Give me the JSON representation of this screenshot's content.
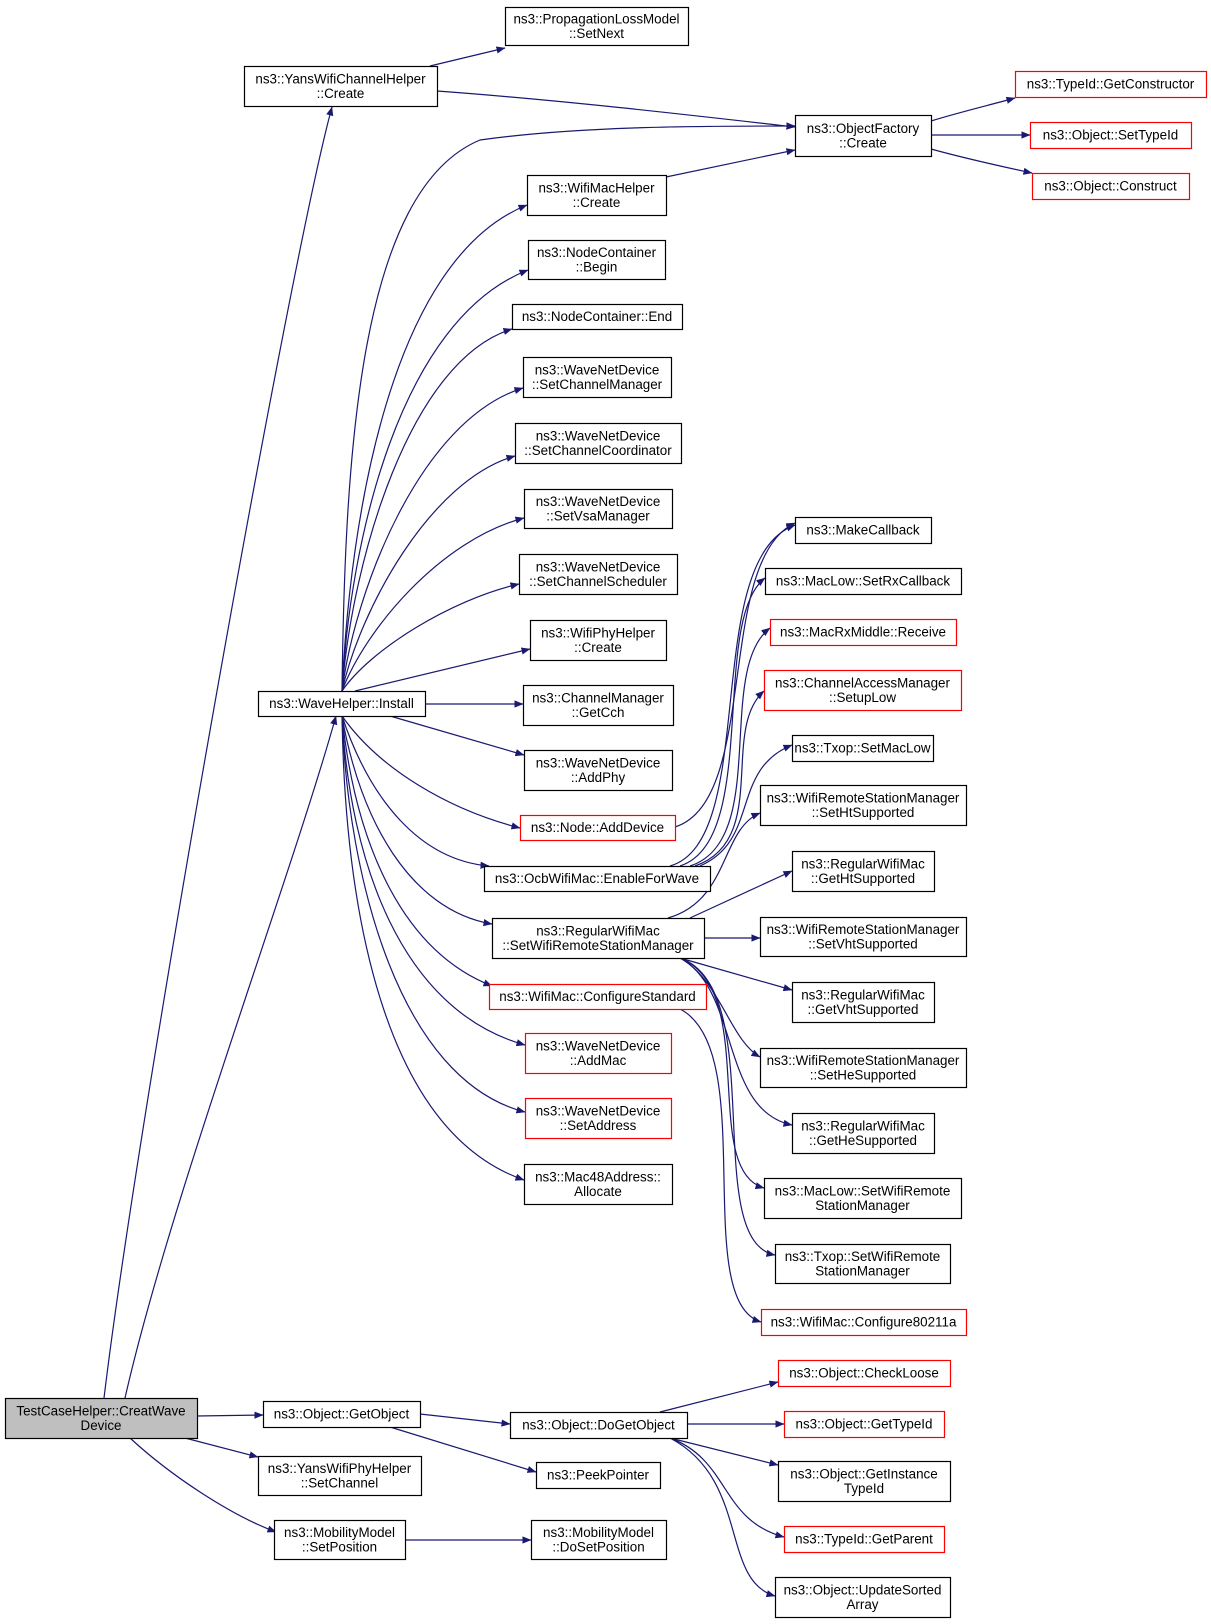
{
  "colors": {
    "edge": "#191970",
    "node_border": "#000000",
    "truncated_node_border": "#ff0000",
    "root_fill": "#bfbfbf",
    "node_fill": "#ffffff"
  },
  "nodes": [
    {
      "id": "root",
      "lines": [
        "TestCaseHelper::CreatWave",
        "Device"
      ],
      "truncated": false
    },
    {
      "id": "yanschan",
      "lines": [
        "ns3::YansWifiChannelHelper",
        "::Create"
      ],
      "truncated": false
    },
    {
      "id": "proploss",
      "lines": [
        "ns3::PropagationLossModel",
        "::SetNext"
      ],
      "truncated": false
    },
    {
      "id": "objfactory",
      "lines": [
        "ns3::ObjectFactory",
        "::Create"
      ],
      "truncated": false
    },
    {
      "id": "getconstructor",
      "lines": [
        "ns3::TypeId::GetConstructor"
      ],
      "truncated": true
    },
    {
      "id": "settypeid",
      "lines": [
        "ns3::Object::SetTypeId"
      ],
      "truncated": true
    },
    {
      "id": "construct",
      "lines": [
        "ns3::Object::Construct"
      ],
      "truncated": true
    },
    {
      "id": "wifimachelper",
      "lines": [
        "ns3::WifiMacHelper",
        "::Create"
      ],
      "truncated": false
    },
    {
      "id": "ncbegin",
      "lines": [
        "ns3::NodeContainer",
        "::Begin"
      ],
      "truncated": false
    },
    {
      "id": "ncend",
      "lines": [
        "ns3::NodeContainer::End"
      ],
      "truncated": false
    },
    {
      "id": "setchanmgr",
      "lines": [
        "ns3::WaveNetDevice",
        "::SetChannelManager"
      ],
      "truncated": false
    },
    {
      "id": "setchancoord",
      "lines": [
        "ns3::WaveNetDevice",
        "::SetChannelCoordinator"
      ],
      "truncated": false
    },
    {
      "id": "setvsa",
      "lines": [
        "ns3::WaveNetDevice",
        "::SetVsaManager"
      ],
      "truncated": false
    },
    {
      "id": "setchansched",
      "lines": [
        "ns3::WaveNetDevice",
        "::SetChannelScheduler"
      ],
      "truncated": false
    },
    {
      "id": "wifiphyhelper",
      "lines": [
        "ns3::WifiPhyHelper",
        "::Create"
      ],
      "truncated": false
    },
    {
      "id": "wavehelper",
      "lines": [
        "ns3::WaveHelper::Install"
      ],
      "truncated": false
    },
    {
      "id": "getcch",
      "lines": [
        "ns3::ChannelManager",
        "::GetCch"
      ],
      "truncated": false
    },
    {
      "id": "addphy",
      "lines": [
        "ns3::WaveNetDevice",
        "::AddPhy"
      ],
      "truncated": false
    },
    {
      "id": "adddevice",
      "lines": [
        "ns3::Node::AddDevice"
      ],
      "truncated": true
    },
    {
      "id": "enableforwave",
      "lines": [
        "ns3::OcbWifiMac::EnableForWave"
      ],
      "truncated": false
    },
    {
      "id": "setwifirsm",
      "lines": [
        "ns3::RegularWifiMac",
        "::SetWifiRemoteStationManager"
      ],
      "truncated": false
    },
    {
      "id": "configstd",
      "lines": [
        "ns3::WifiMac::ConfigureStandard"
      ],
      "truncated": true
    },
    {
      "id": "addmac",
      "lines": [
        "ns3::WaveNetDevice",
        "::AddMac"
      ],
      "truncated": true
    },
    {
      "id": "setaddress",
      "lines": [
        "ns3::WaveNetDevice",
        "::SetAddress"
      ],
      "truncated": true
    },
    {
      "id": "allocate",
      "lines": [
        "ns3::Mac48Address::",
        "Allocate"
      ],
      "truncated": false
    },
    {
      "id": "makecallback",
      "lines": [
        "ns3::MakeCallback"
      ],
      "truncated": false
    },
    {
      "id": "setrxcallback",
      "lines": [
        "ns3::MacLow::SetRxCallback"
      ],
      "truncated": false
    },
    {
      "id": "macrxreceive",
      "lines": [
        "ns3::MacRxMiddle::Receive"
      ],
      "truncated": true
    },
    {
      "id": "setuplow",
      "lines": [
        "ns3::ChannelAccessManager",
        "::SetupLow"
      ],
      "truncated": true
    },
    {
      "id": "txopsetmaclow",
      "lines": [
        "ns3::Txop::SetMacLow"
      ],
      "truncated": false
    },
    {
      "id": "setht",
      "lines": [
        "ns3::WifiRemoteStationManager",
        "::SetHtSupported"
      ],
      "truncated": false
    },
    {
      "id": "getht",
      "lines": [
        "ns3::RegularWifiMac",
        "::GetHtSupported"
      ],
      "truncated": false
    },
    {
      "id": "setvht",
      "lines": [
        "ns3::WifiRemoteStationManager",
        "::SetVhtSupported"
      ],
      "truncated": false
    },
    {
      "id": "getvht",
      "lines": [
        "ns3::RegularWifiMac",
        "::GetVhtSupported"
      ],
      "truncated": false
    },
    {
      "id": "sethe",
      "lines": [
        "ns3::WifiRemoteStationManager",
        "::SetHeSupported"
      ],
      "truncated": false
    },
    {
      "id": "gethe",
      "lines": [
        "ns3::RegularWifiMac",
        "::GetHeSupported"
      ],
      "truncated": false
    },
    {
      "id": "maclowsetrsm",
      "lines": [
        "ns3::MacLow::SetWifiRemote",
        "StationManager"
      ],
      "truncated": false
    },
    {
      "id": "txopsetrsm",
      "lines": [
        "ns3::Txop::SetWifiRemote",
        "StationManager"
      ],
      "truncated": false
    },
    {
      "id": "conf80211a",
      "lines": [
        "ns3::WifiMac::Configure80211a"
      ],
      "truncated": true
    },
    {
      "id": "getobject",
      "lines": [
        "ns3::Object::GetObject"
      ],
      "truncated": false
    },
    {
      "id": "dogetobject",
      "lines": [
        "ns3::Object::DoGetObject"
      ],
      "truncated": false
    },
    {
      "id": "checkloose",
      "lines": [
        "ns3::Object::CheckLoose"
      ],
      "truncated": true
    },
    {
      "id": "objgettypeid",
      "lines": [
        "ns3::Object::GetTypeId"
      ],
      "truncated": true
    },
    {
      "id": "getinstance",
      "lines": [
        "ns3::Object::GetInstance",
        "TypeId"
      ],
      "truncated": false
    },
    {
      "id": "getparent",
      "lines": [
        "ns3::TypeId::GetParent"
      ],
      "truncated": true
    },
    {
      "id": "updatesorted",
      "lines": [
        "ns3::Object::UpdateSorted",
        "Array"
      ],
      "truncated": false
    },
    {
      "id": "peekpointer",
      "lines": [
        "ns3::PeekPointer"
      ],
      "truncated": false
    },
    {
      "id": "yansphyset",
      "lines": [
        "ns3::YansWifiPhyHelper",
        "::SetChannel"
      ],
      "truncated": false
    },
    {
      "id": "mobsetpos",
      "lines": [
        "ns3::MobilityModel",
        "::SetPosition"
      ],
      "truncated": false
    },
    {
      "id": "mobdosetpos",
      "lines": [
        "ns3::MobilityModel",
        "::DoSetPosition"
      ],
      "truncated": false
    }
  ],
  "edges": [
    [
      "root",
      "yanschan"
    ],
    [
      "root",
      "wavehelper"
    ],
    [
      "root",
      "getobject"
    ],
    [
      "root",
      "yansphyset"
    ],
    [
      "root",
      "mobsetpos"
    ],
    [
      "yanschan",
      "proploss"
    ],
    [
      "yanschan",
      "objfactory"
    ],
    [
      "objfactory",
      "getconstructor"
    ],
    [
      "objfactory",
      "settypeid"
    ],
    [
      "objfactory",
      "construct"
    ],
    [
      "wifimachelper",
      "objfactory"
    ],
    [
      "wavehelper",
      "objfactory"
    ],
    [
      "wavehelper",
      "wifimachelper"
    ],
    [
      "wavehelper",
      "ncbegin"
    ],
    [
      "wavehelper",
      "ncend"
    ],
    [
      "wavehelper",
      "setchanmgr"
    ],
    [
      "wavehelper",
      "setchancoord"
    ],
    [
      "wavehelper",
      "setvsa"
    ],
    [
      "wavehelper",
      "setchansched"
    ],
    [
      "wavehelper",
      "wifiphyhelper"
    ],
    [
      "wavehelper",
      "getcch"
    ],
    [
      "wavehelper",
      "addphy"
    ],
    [
      "wavehelper",
      "adddevice"
    ],
    [
      "wavehelper",
      "enableforwave"
    ],
    [
      "wavehelper",
      "setwifirsm"
    ],
    [
      "wavehelper",
      "configstd"
    ],
    [
      "wavehelper",
      "addmac"
    ],
    [
      "wavehelper",
      "setaddress"
    ],
    [
      "wavehelper",
      "allocate"
    ],
    [
      "adddevice",
      "makecallback"
    ],
    [
      "enableforwave",
      "makecallback"
    ],
    [
      "enableforwave",
      "setrxcallback"
    ],
    [
      "enableforwave",
      "macrxreceive"
    ],
    [
      "enableforwave",
      "setuplow"
    ],
    [
      "enableforwave",
      "txopsetmaclow"
    ],
    [
      "setwifirsm",
      "setht"
    ],
    [
      "setwifirsm",
      "getht"
    ],
    [
      "setwifirsm",
      "setvht"
    ],
    [
      "setwifirsm",
      "getvht"
    ],
    [
      "setwifirsm",
      "sethe"
    ],
    [
      "setwifirsm",
      "gethe"
    ],
    [
      "setwifirsm",
      "maclowsetrsm"
    ],
    [
      "setwifirsm",
      "txopsetrsm"
    ],
    [
      "configstd",
      "conf80211a"
    ],
    [
      "getobject",
      "dogetobject"
    ],
    [
      "getobject",
      "peekpointer"
    ],
    [
      "dogetobject",
      "checkloose"
    ],
    [
      "dogetobject",
      "objgettypeid"
    ],
    [
      "dogetobject",
      "getinstance"
    ],
    [
      "dogetobject",
      "getparent"
    ],
    [
      "dogetobject",
      "updatesorted"
    ],
    [
      "mobsetpos",
      "mobdosetpos"
    ]
  ]
}
